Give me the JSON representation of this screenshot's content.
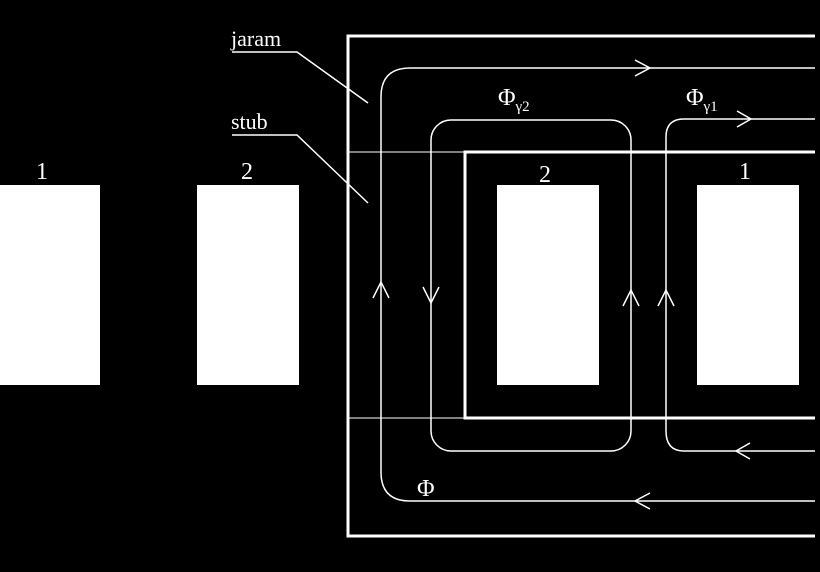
{
  "labels": {
    "yoke": "jaram",
    "limb": "stub",
    "coil_left_outer": "1",
    "coil_left_inner": "2",
    "coil_right_inner": "2",
    "coil_right_outer": "1",
    "main_flux": "Φ",
    "leakage_flux_2": {
      "symbol": "Φ",
      "subscript": "γ2"
    },
    "leakage_flux_1": {
      "symbol": "Φ",
      "subscript": "γ1"
    }
  },
  "colors": {
    "background": "#000000",
    "foreground": "#ffffff"
  }
}
